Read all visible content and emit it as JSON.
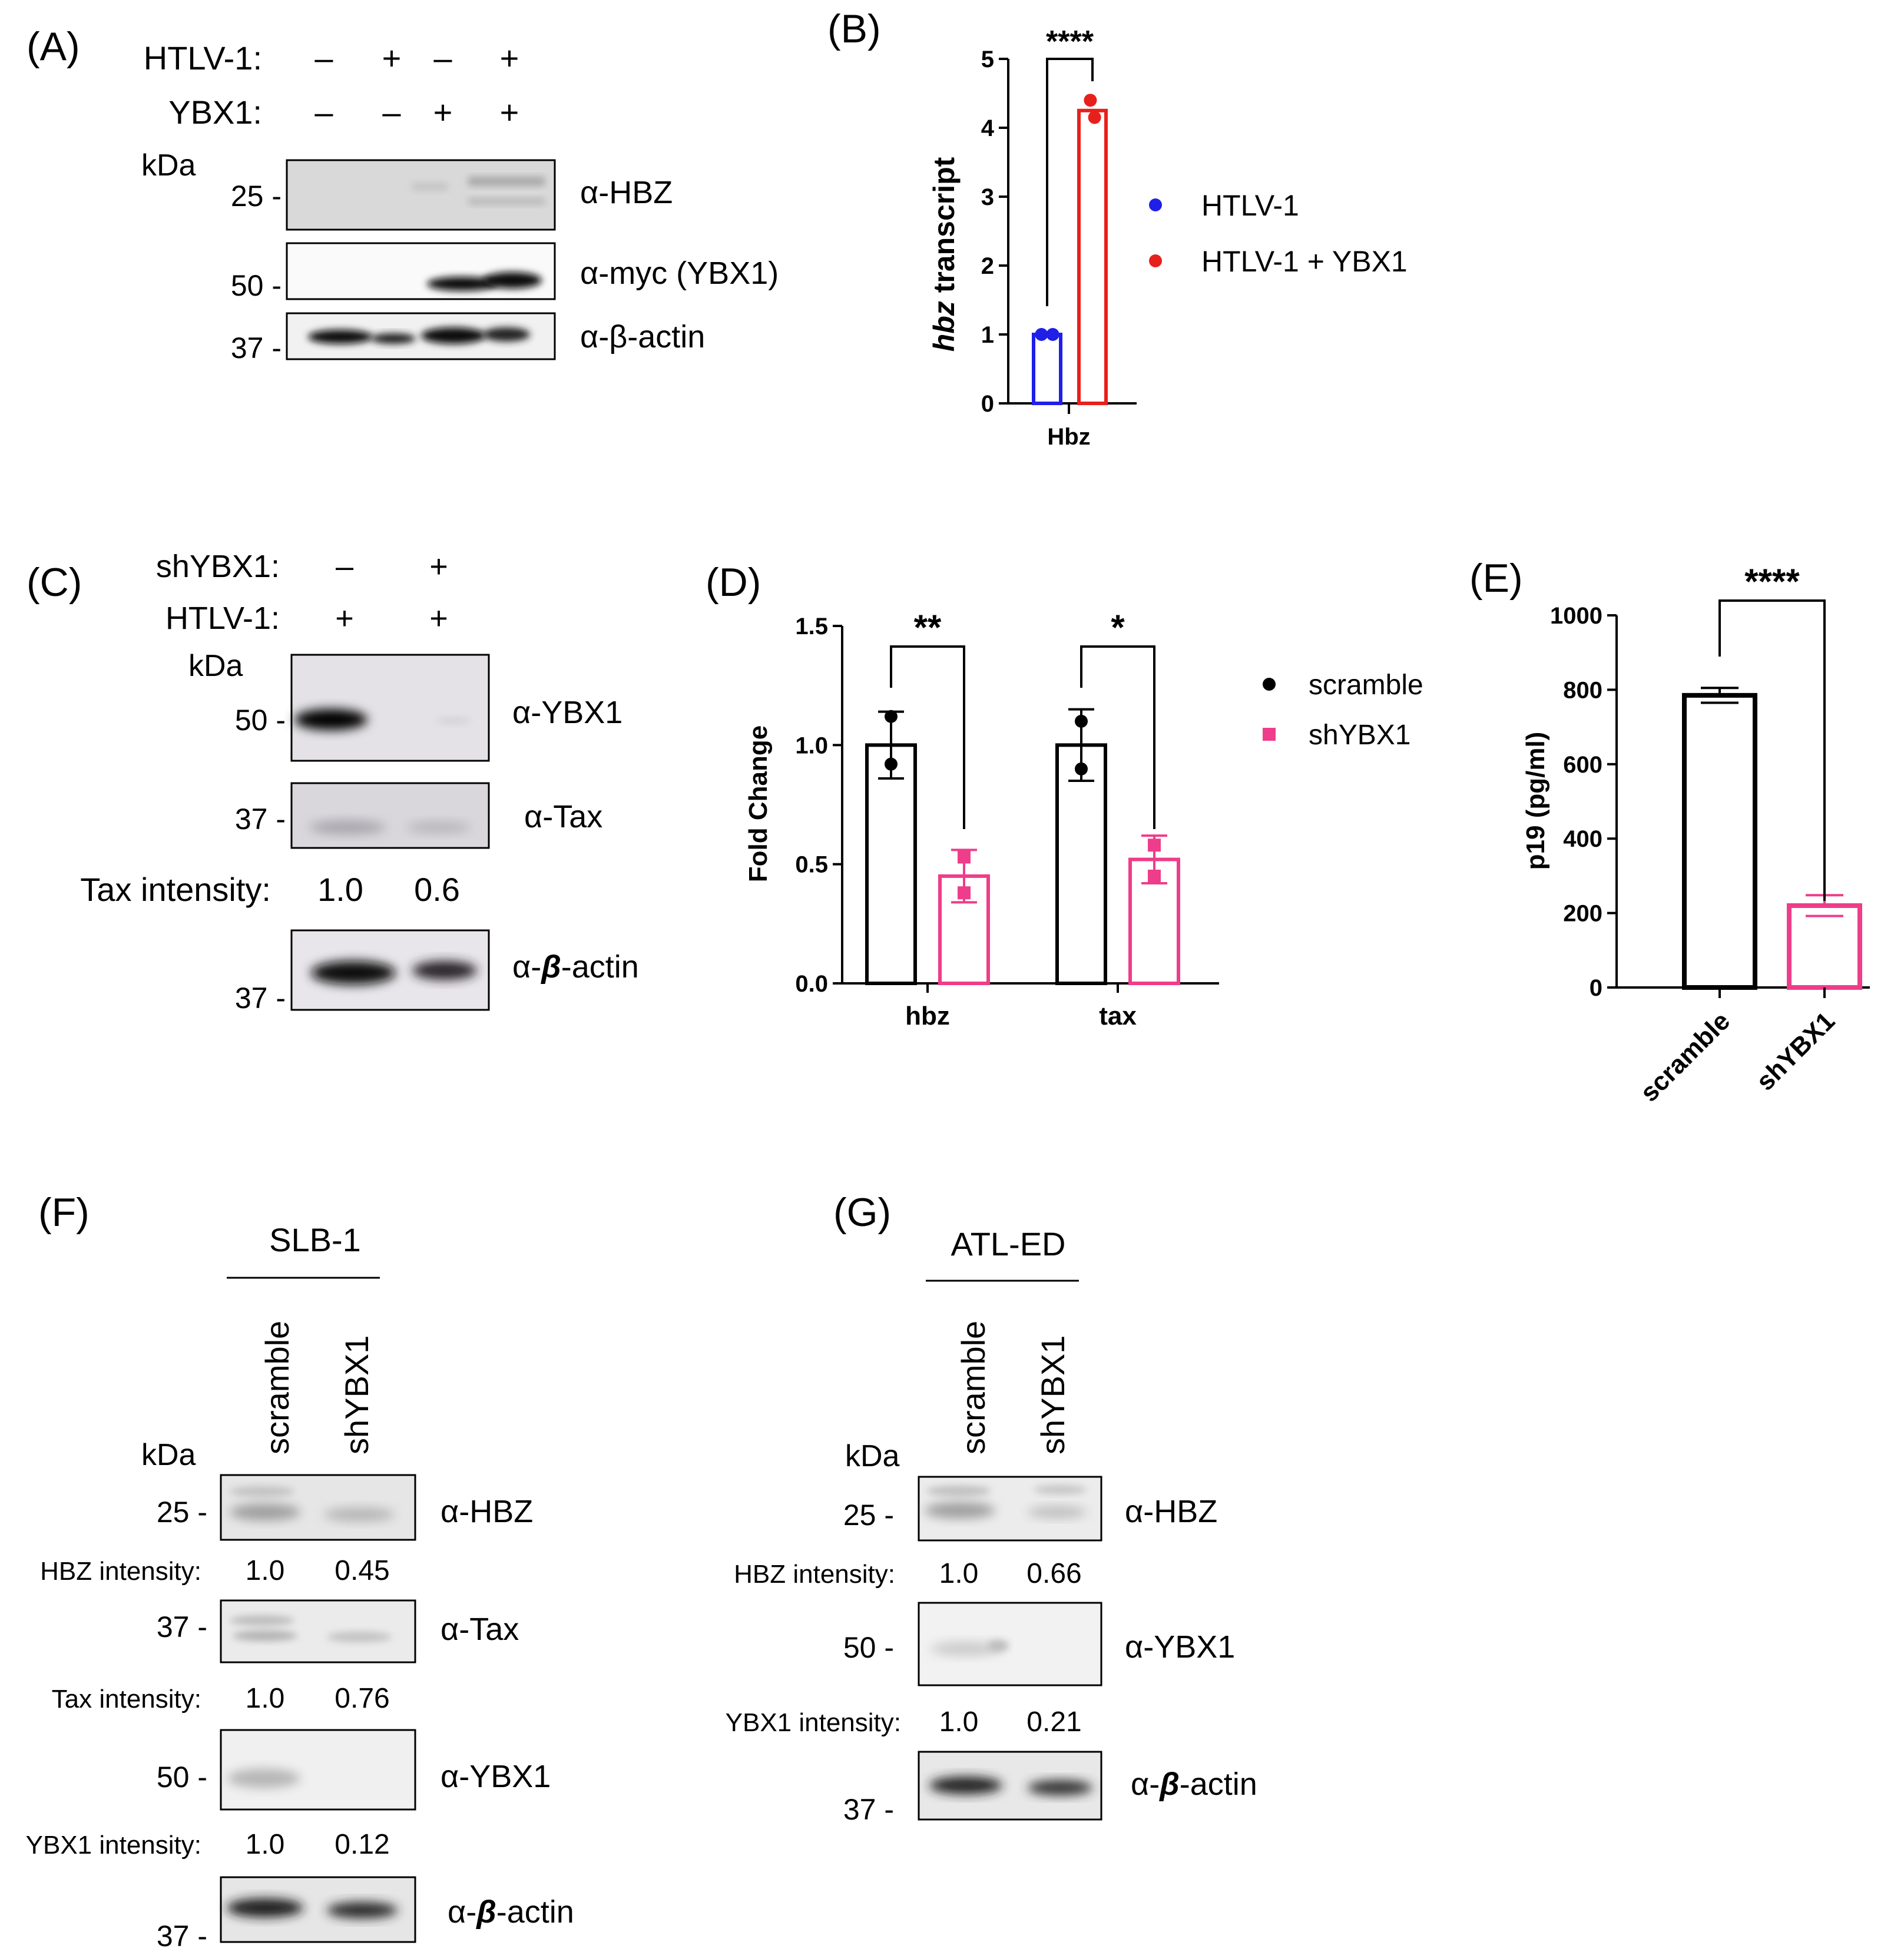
{
  "panelA": {
    "letter": "(A)",
    "row1_label": "HTLV-1:",
    "row1_signs": [
      "–",
      "+",
      "–",
      "+"
    ],
    "row2_label": "YBX1:",
    "row2_signs": [
      "–",
      "–",
      "+",
      "+"
    ],
    "kda": "kDa",
    "markers": [
      "25 -",
      "50 -",
      "37 -"
    ],
    "blot_labels": [
      "α-HBZ",
      "α-myc (YBX1)",
      "α-β-actin"
    ]
  },
  "panelB": {
    "letter": "(B)",
    "chart_data": {
      "type": "bar",
      "categories": [
        "Hbz"
      ],
      "series": [
        {
          "name": "HTLV-1",
          "values": [
            1.0
          ],
          "points": [
            1.0,
            1.0
          ],
          "color": "#1f1fe8"
        },
        {
          "name": "HTLV-1 + YBX1",
          "values": [
            4.25
          ],
          "points": [
            4.4,
            4.15
          ],
          "color": "#e8201c"
        }
      ],
      "ylabel_italic": "hbz",
      "ylabel_rest": " transcript",
      "yticks": [
        "0",
        "1",
        "2",
        "3",
        "4",
        "5"
      ],
      "ylim": [
        0,
        5
      ],
      "significance": "****",
      "legend": "right"
    }
  },
  "panelC": {
    "letter": "(C)",
    "row1_label": "shYBX1:",
    "row1_signs": [
      "–",
      "+"
    ],
    "row2_label": "HTLV-1:",
    "row2_signs": [
      "+",
      "+"
    ],
    "kda": "kDa",
    "markers": [
      "50 -",
      "37 -",
      "37 -"
    ],
    "blot_labels": [
      "α-YBX1",
      "α-Tax"
    ],
    "actin_prefix": "α-",
    "actin_beta": "β",
    "actin_suffix": "-actin",
    "intensity_label": "Tax intensity:",
    "intensity_values": [
      "1.0",
      "0.6"
    ]
  },
  "panelD": {
    "letter": "(D)",
    "chart_data": {
      "type": "bar",
      "categories": [
        "hbz",
        "tax"
      ],
      "series": [
        {
          "name": "scramble",
          "values": [
            1.0,
            1.0
          ],
          "err": [
            0.14,
            0.15
          ],
          "points": [
            [
              1.12,
              0.92
            ],
            [
              1.1,
              0.9
            ]
          ],
          "color": "#000000"
        },
        {
          "name": "shYBX1",
          "values": [
            0.45,
            0.52
          ],
          "err": [
            0.11,
            0.1
          ],
          "points": [
            [
              0.53,
              0.38
            ],
            [
              0.58,
              0.45
            ]
          ],
          "color": "#ee3d8a"
        }
      ],
      "ylabel": "Fold Change",
      "yticks": [
        "0.0",
        "0.5",
        "1.0",
        "1.5"
      ],
      "ylim": [
        0,
        1.5
      ],
      "significance": [
        "**",
        "*"
      ],
      "legend": "right"
    }
  },
  "panelE": {
    "letter": "(E)",
    "chart_data": {
      "type": "bar",
      "categories": [
        "scramble",
        "shYBX1"
      ],
      "series": [
        {
          "name": "p19",
          "values": [
            785,
            220
          ],
          "err": [
            20,
            28
          ],
          "colors": [
            "#000000",
            "#ee3d8a"
          ]
        }
      ],
      "ylabel": "p19 (pg/ml)",
      "yticks": [
        "0",
        "200",
        "400",
        "600",
        "800",
        "1000"
      ],
      "ylim": [
        0,
        1000
      ],
      "significance": "****"
    }
  },
  "panelF": {
    "letter": "(F)",
    "cell_line": "SLB-1",
    "lanes": [
      "scramble",
      "shYBX1"
    ],
    "kda": "kDa",
    "markers": [
      "25 -",
      "37 -",
      "50 -",
      "37 -"
    ],
    "blot_labels": [
      "α-HBZ",
      "α-Tax",
      "α-YBX1"
    ],
    "actin_prefix": "α-",
    "actin_beta": "β",
    "actin_suffix": "-actin",
    "intensities": [
      {
        "label": "HBZ intensity:",
        "values": [
          "1.0",
          "0.45"
        ]
      },
      {
        "label": "Tax intensity:",
        "values": [
          "1.0",
          "0.76"
        ]
      },
      {
        "label": "YBX1 intensity:",
        "values": [
          "1.0",
          "0.12"
        ]
      }
    ]
  },
  "panelG": {
    "letter": "(G)",
    "cell_line": "ATL-ED",
    "lanes": [
      "scramble",
      "shYBX1"
    ],
    "kda": "kDa",
    "markers": [
      "25 -",
      "50 -",
      "37 -"
    ],
    "blot_labels": [
      "α-HBZ",
      "α-YBX1"
    ],
    "actin_prefix": "α-",
    "actin_beta": "β",
    "actin_suffix": "-actin",
    "intensities": [
      {
        "label": "HBZ intensity:",
        "values": [
          "1.0",
          "0.66"
        ]
      },
      {
        "label": "YBX1 intensity:",
        "values": [
          "1.0",
          "0.21"
        ]
      }
    ]
  }
}
